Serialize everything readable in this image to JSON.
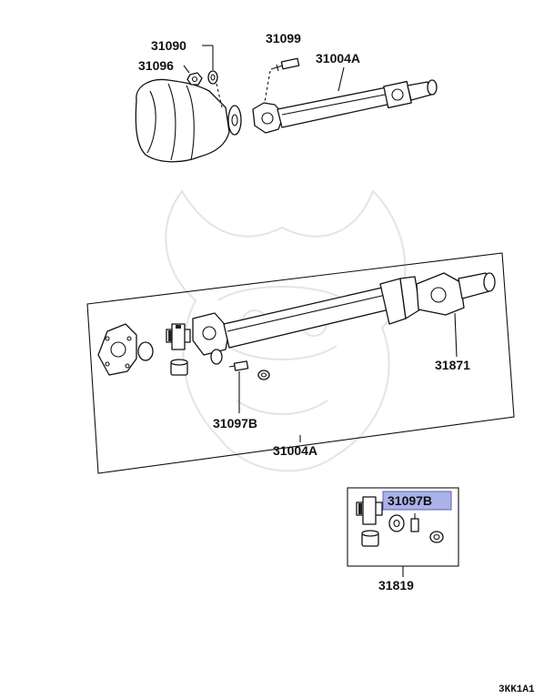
{
  "parts": {
    "p31090": "31090",
    "p31096": "31096",
    "p31099": "31099",
    "p31004a_top": "31004A",
    "p31871": "31871",
    "p31097b_main": "31097B",
    "p31004a_main": "31004A",
    "p31097b_kit": "31097B",
    "p31819": "31819"
  },
  "diagram_code": "3KK1A1",
  "colors": {
    "highlight": "#aab2e8",
    "line": "#111111"
  }
}
